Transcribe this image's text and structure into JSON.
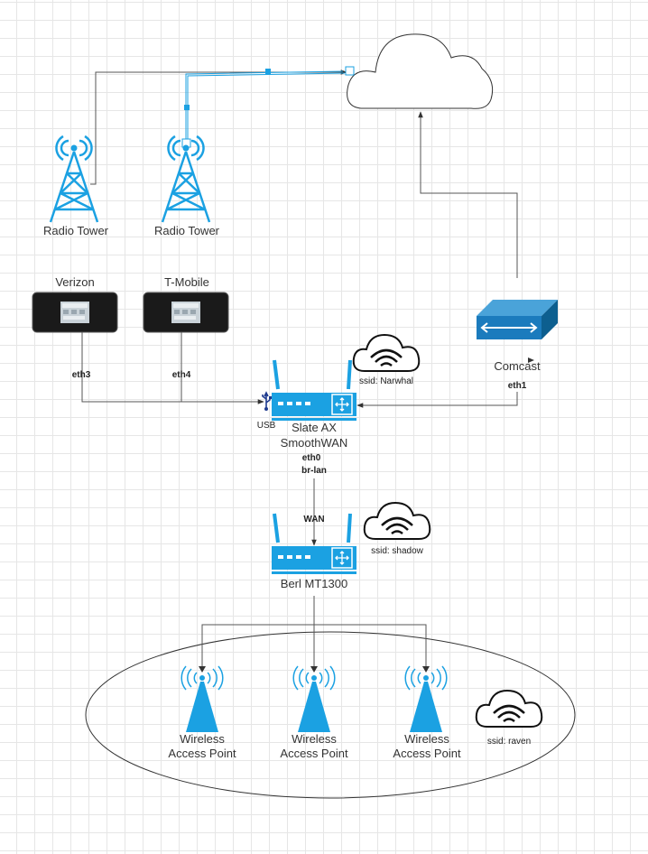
{
  "towers": [
    {
      "label": "Radio Tower"
    },
    {
      "label": "Radio Tower"
    }
  ],
  "hotspots": [
    {
      "label": "Verizon",
      "port": "eth3"
    },
    {
      "label": "T-Mobile",
      "port": "eth4"
    }
  ],
  "modem": {
    "label": "Comcast",
    "port": "eth1"
  },
  "router1": {
    "line1": "Slate AX",
    "line2": "SmoothWAN",
    "usb": "USB",
    "ssid": "ssid: Narwhal",
    "out_port_1": "eth0",
    "out_port_2": "br-lan"
  },
  "router2": {
    "label": "Berl MT1300",
    "in_port": "WAN",
    "ssid": "ssid: shadow"
  },
  "access_points": [
    {
      "line1": "Wireless",
      "line2": "Access Point"
    },
    {
      "line1": "Wireless",
      "line2": "Access Point"
    },
    {
      "line1": "Wireless",
      "line2": "Access Point"
    }
  ],
  "ap_ssid": "ssid: raven",
  "colors": {
    "accent": "#1ba1e2",
    "line": "#555555"
  }
}
